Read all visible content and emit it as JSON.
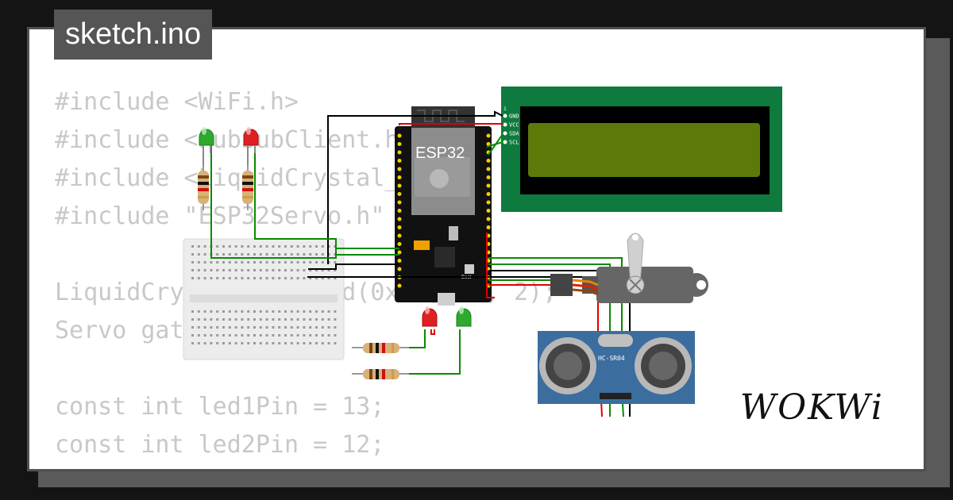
{
  "file": {
    "title": "sketch.ino"
  },
  "code_lines": [
    "#include <WiFi.h>",
    "#include <PubSubClient.h>",
    "#include <LiquidCrystal_I2C.h>",
    "#include \"ESP32Servo.h\"",
    "",
    "LiquidCrystal_I2C lcd(0x27, 16, 2);",
    "Servo gate;",
    "",
    "const int led1Pin = 13;",
    "const int led2Pin = 12;"
  ],
  "board": {
    "label": "ESP32",
    "boot_label": "Boot"
  },
  "lcd": {
    "pins": [
      "GND",
      "VCC",
      "SDA",
      "SCL"
    ],
    "pin_number": "1"
  },
  "sensor": {
    "label": "HC-SR04"
  },
  "brand": {
    "logo": "WOKWi"
  },
  "colors": {
    "background": "#141414",
    "card": "#ffffff",
    "lcd_board": "#0e7a3e",
    "lcd_screen": "#5c7a0a",
    "esp_board": "#111111",
    "sensor_board": "#3b6d9f",
    "wire_red": "#e00000",
    "wire_green": "#0a8a00",
    "wire_black": "#000000"
  }
}
